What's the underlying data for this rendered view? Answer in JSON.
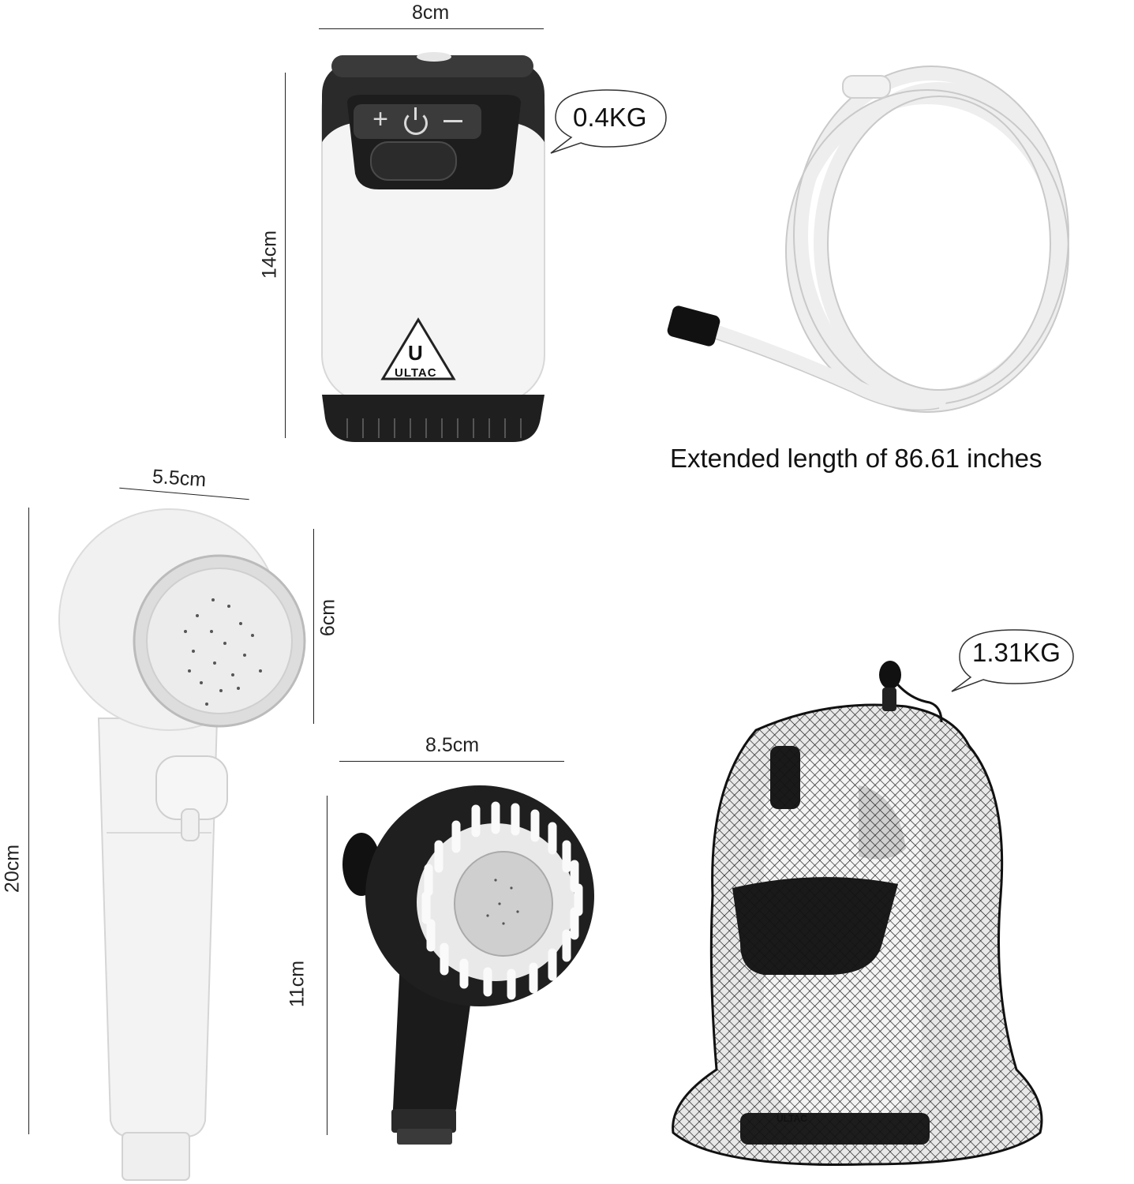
{
  "pump": {
    "width_label": "8cm",
    "height_label": "14cm",
    "weight_label": "0.4KG",
    "brand": "ULTAC",
    "button_icons": [
      "plus-icon",
      "power-icon",
      "minus-icon"
    ]
  },
  "hose": {
    "caption": "Extended length of 86.61 inches"
  },
  "shower_head": {
    "width_label": "5.5cm",
    "face_label": "6cm",
    "height_label": "20cm"
  },
  "brush_head": {
    "width_label": "8.5cm",
    "height_label": "11cm"
  },
  "mesh_bag": {
    "weight_label": "1.31KG",
    "brand": "ULTAC"
  }
}
